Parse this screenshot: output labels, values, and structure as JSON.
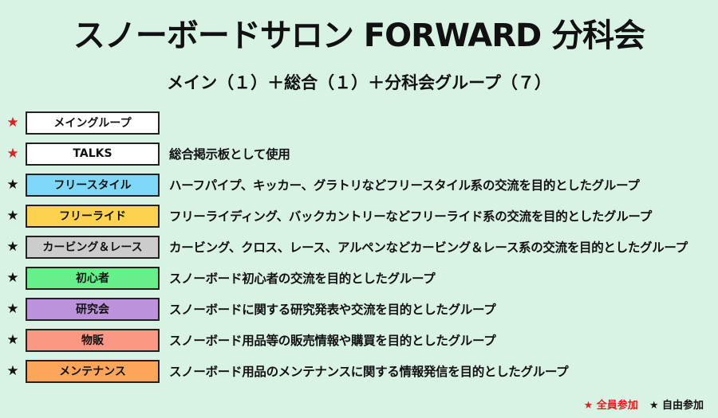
{
  "title": "スノーボードサロン FORWARD 分科会",
  "subtitle": "メイン（１）＋総合（１）＋分科会グループ（７）",
  "colors": {
    "required_star": "#e02020",
    "free_star": "#111111"
  },
  "groups": [
    {
      "star": "★",
      "type": "required",
      "name": "メイングループ",
      "color": "#ffffff",
      "desc": ""
    },
    {
      "star": "★",
      "type": "required",
      "name": "TALKS",
      "color": "#ffffff",
      "desc": "総合掲示板として使用"
    },
    {
      "star": "★",
      "type": "free",
      "name": "フリースタイル",
      "color": "#7fd8f8",
      "desc": "ハーフパイプ、キッカー、グラトリなどフリースタイル系の交流を目的としたグループ"
    },
    {
      "star": "★",
      "type": "free",
      "name": "フリーライド",
      "color": "#fdd24f",
      "desc": "フリーライディング、バックカントリーなどフリーライド系の交流を目的としたグループ"
    },
    {
      "star": "★",
      "type": "free",
      "name": "カービング＆レース",
      "color": "#cccccc",
      "desc": "カービング、クロス、レース、アルペンなどカービング＆レース系の交流を目的としたグループ"
    },
    {
      "star": "★",
      "type": "free",
      "name": "初心者",
      "color": "#66f08a",
      "desc": "スノーボード初心者の交流を目的としたグループ"
    },
    {
      "star": "★",
      "type": "free",
      "name": "研究会",
      "color": "#bd92dd",
      "desc": "スノーボードに関する研究発表や交流を目的としたグループ"
    },
    {
      "star": "★",
      "type": "free",
      "name": "物販",
      "color": "#fb9883",
      "desc": "スノーボード用品等の販売情報や購買を目的としたグループ"
    },
    {
      "star": "★",
      "type": "free",
      "name": "メンテナンス",
      "color": "#fba65a",
      "desc": "スノーボード用品のメンテナンスに関する情報発信を目的としたグループ"
    }
  ],
  "legend": {
    "required": "★ 全員参加",
    "free": "★ 自由参加"
  }
}
